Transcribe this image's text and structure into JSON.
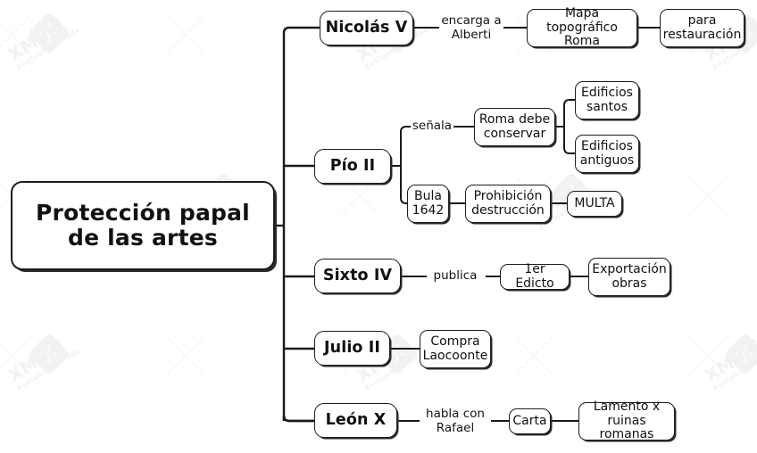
{
  "app": {
    "name": "XMind",
    "watermark_name": "XMind",
    "watermark_sub": "Evaluation Mode"
  },
  "map": {
    "root": {
      "label": "Protección papal\nde las artes"
    },
    "branches": [
      {
        "id": "nicolas-v",
        "label": "Nicolás V",
        "children": [
          {
            "type": "label",
            "label": "encarga a\nAlberti"
          },
          {
            "type": "node",
            "label": "Mapa topográfico\nRoma"
          },
          {
            "type": "node",
            "label": "para\nrestauración"
          }
        ]
      },
      {
        "id": "pio-ii",
        "label": "Pío II",
        "children": [
          {
            "type": "label",
            "label": "señala"
          },
          {
            "type": "node",
            "label": "Roma debe\nconservar"
          },
          {
            "type": "node",
            "label": "Edificios\nsantos"
          },
          {
            "type": "node",
            "label": "Edificios\nantiguos"
          },
          {
            "type": "node",
            "label": "Bula\n1642"
          },
          {
            "type": "node",
            "label": "Prohibición\ndestrucción"
          },
          {
            "type": "node",
            "label": "MULTA"
          }
        ]
      },
      {
        "id": "sixto-iv",
        "label": "Sixto IV",
        "children": [
          {
            "type": "label",
            "label": "publica"
          },
          {
            "type": "node",
            "label": "1er Edicto"
          },
          {
            "type": "node",
            "label": "Exportación\nobras"
          }
        ]
      },
      {
        "id": "julio-ii",
        "label": "Julio II",
        "children": [
          {
            "type": "node",
            "label": "Compra\nLaocoonte"
          }
        ]
      },
      {
        "id": "leon-x",
        "label": "León X",
        "children": [
          {
            "type": "label",
            "label": "habla con\nRafael"
          },
          {
            "type": "node",
            "label": "Carta"
          },
          {
            "type": "node",
            "label": "Lamento x\nruinas romanas"
          }
        ]
      }
    ]
  },
  "nodes": {
    "root": "Protección papal\nde las artes",
    "nicolas_v": "Nicolás V",
    "encarga_a_alberti": "encarga a\nAlberti",
    "mapa_topografico_roma": "Mapa topográfico\nRoma",
    "para_restauracion": "para\nrestauración",
    "pio_ii": "Pío II",
    "senala": "señala",
    "roma_debe_conservar": "Roma debe\nconservar",
    "edificios_santos": "Edificios\nsantos",
    "edificios_antiguos": "Edificios\nantiguos",
    "bula_1642": "Bula\n1642",
    "prohibicion_destruccion": "Prohibición\ndestrucción",
    "multa": "MULTA",
    "sixto_iv": "Sixto IV",
    "publica": "publica",
    "primer_edicto": "1er Edicto",
    "exportacion_obras": "Exportación\nobras",
    "julio_ii": "Julio II",
    "compra_laocoonte": "Compra\nLaocoonte",
    "leon_x": "León X",
    "habla_con_rafael": "habla con\nRafael",
    "carta": "Carta",
    "lamento_ruinas": "Lamento x\nruinas romanas"
  },
  "colors": {
    "background": "#ffffff",
    "node_border": "#1d1d1d",
    "node_fill": "#ffffff",
    "text": "#101010",
    "connector": "#1a1a1a",
    "watermark": "#f1f1f1"
  }
}
